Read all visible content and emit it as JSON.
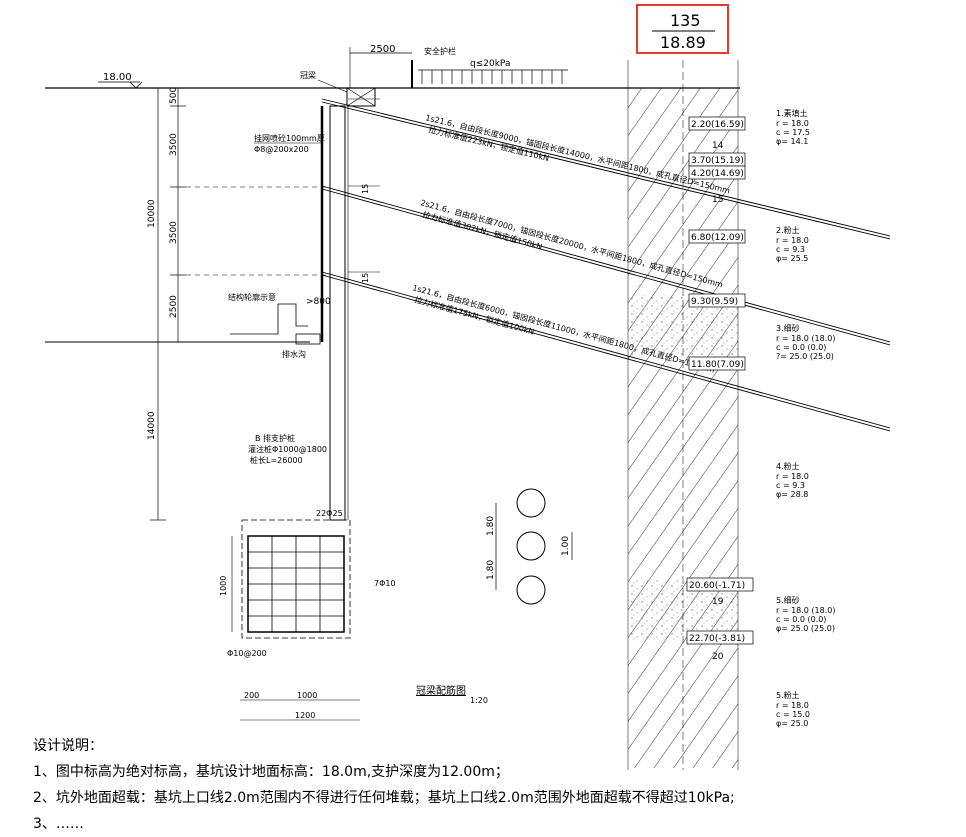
{
  "header_box": {
    "top": "135",
    "bottom": "18.89"
  },
  "ground": {
    "elevation": "18.00",
    "dim_offset": "2500",
    "fence_label": "安全护栏",
    "surcharge": "q≤20kPa"
  },
  "crown_beam_label": "冠梁",
  "shotcrete": {
    "line1": "挂网喷砼100mm厚",
    "line2": "Φ8@200x200"
  },
  "dims_left": {
    "top": "500",
    "d1": "3500",
    "d2": "3500",
    "d3": "2500",
    "total": "10000",
    "lower": "14000"
  },
  "anchors": [
    {
      "line1": "1s21.6，自由段长度9000，锚固段长度14000，水平间距1800，成孔直径D=150mm",
      "line2": "拉力标准值223kN，锁定值110kN"
    },
    {
      "line1": "2s21.6，自由段长度7000，锚固段长度20000，水平间距1800，成孔直径D=150mm",
      "line2": "拉力标准值302kN，锁定值150kN"
    },
    {
      "line1": "1s21.6，自由段长度6000，锚固段长度11000，水平间距1800，成孔直径D=150mm",
      "line2": "拉力标准值175kN，锁定值100kN"
    }
  ],
  "angle_label": "15",
  "structure_label": "结构轮廓示意",
  "offset_label": ">800",
  "drain_label": "排水沟",
  "pile": {
    "line1": "B  排支护桩",
    "line2": "灌注桩Φ1000@1800",
    "line3": "桩长L=26000"
  },
  "beam_section": {
    "top_bar": "22Φ25",
    "side_bar": "7Φ10",
    "stirrup": "Φ10@200",
    "height": "1000",
    "w1": "200",
    "w2": "1000",
    "w3": "1200",
    "title": "冠梁配筋图",
    "scale": "1:20"
  },
  "pile_spacing": {
    "a": "1.80",
    "b": "1.80",
    "c": "1.00"
  },
  "soil_levels": [
    {
      "label": "2.20(16.59)",
      "mark": "14"
    },
    {
      "label": "3.70(15.19)",
      "mark": ""
    },
    {
      "label": "4.20(14.69)",
      "mark": "15"
    },
    {
      "label": "6.80(12.09)",
      "mark": ""
    },
    {
      "label": "9.30(9.59)",
      "mark": ""
    },
    {
      "label": "11.80(7.09)",
      "mark": ""
    },
    {
      "label": "20.60(-1.71)",
      "mark": "19"
    },
    {
      "label": "22.70(-3.81)",
      "mark": "20"
    }
  ],
  "soils": [
    {
      "name": "1.素填土",
      "r": "r = 18.0",
      "c": "c = 17.5",
      "phi": "φ= 14.1"
    },
    {
      "name": "2.粉土",
      "r": "r = 18.0",
      "c": "c = 9.3",
      "phi": "φ= 25.5"
    },
    {
      "name": "3.细砂",
      "r": "r = 18.0 (18.0)",
      "c": "c = 0.0 (0.0)",
      "phi": "?= 25.0 (25.0)"
    },
    {
      "name": "4.粉土",
      "r": "r = 18.0",
      "c": "c = 9.3",
      "phi": "φ= 28.8"
    },
    {
      "name": "5.细砂",
      "r": "r = 18.0 (18.0)",
      "c": "c = 0.0 (0.0)",
      "phi": "φ= 25.0 (25.0)"
    },
    {
      "name": "5.粉土",
      "r": "r = 18.0",
      "c": "c = 15.0",
      "phi": "φ= 25.0"
    }
  ],
  "notes": {
    "title": "设计说明：",
    "items": [
      "1、图中标高为绝对标高，基坑设计地面标高：18.0m,支护深度为12.00m；",
      "2、坑外地面超载：基坑上口线2.0m范围内不得进行任何堆载；基坑上口线2.0m范围外地面超载不得超过10kPa;",
      "3、……"
    ]
  }
}
